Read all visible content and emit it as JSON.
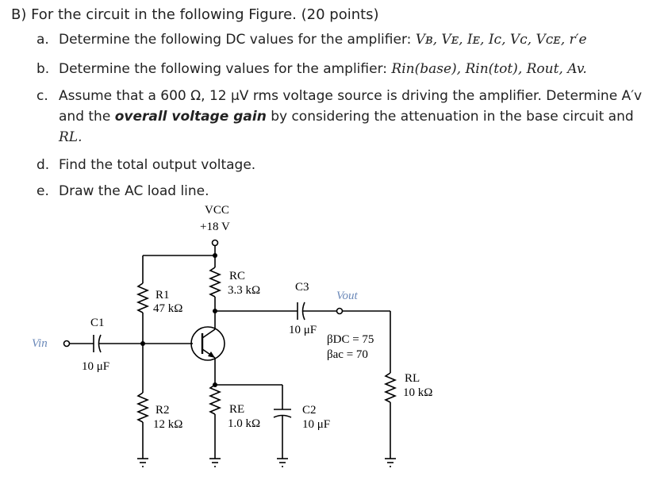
{
  "question": {
    "title": "B) For the circuit in the following Figure. (20 points)",
    "items": [
      {
        "letter": "a.",
        "text": "Determine the following DC values for the amplifier: ",
        "math": "Vʙ, Vᴇ, Iᴇ, Iᴄ, Vᴄ, Vᴄᴇ, r′e"
      },
      {
        "letter": "b.",
        "text": "Determine the following values for the amplifier: ",
        "math": "Rin(base), Rin(tot), Rout, Av."
      },
      {
        "letter": "c.",
        "line1": "Assume that a 600 Ω, 12 μV rms voltage source is driving the amplifier. Determine A′v",
        "line2_a": "and the ",
        "line2_b": "overall voltage gain",
        "line2_c": " by considering the attenuation in the base circuit and",
        "line3": "RL."
      },
      {
        "letter": "d.",
        "text": "Find the total output voltage."
      },
      {
        "letter": "e.",
        "text": "Draw the AC load line."
      }
    ]
  },
  "circuit": {
    "vcc_label": "VCC",
    "vcc_value": "+18 V",
    "r1": {
      "name": "R1",
      "value": "47 kΩ"
    },
    "r2": {
      "name": "R2",
      "value": "12 kΩ"
    },
    "rc": {
      "name": "RC",
      "value": "3.3 kΩ"
    },
    "re": {
      "name": "RE",
      "value": "1.0 kΩ"
    },
    "rl": {
      "name": "RL",
      "value": "10 kΩ"
    },
    "c1": {
      "name": "C1",
      "value": "10 μF"
    },
    "c2": {
      "name": "C2",
      "value": "10 μF"
    },
    "c3": {
      "name": "C3",
      "value": "10 μF"
    },
    "vin": "Vin",
    "vout": "Vout",
    "beta_dc": "βDC = 75",
    "beta_ac": "βac = 70"
  }
}
